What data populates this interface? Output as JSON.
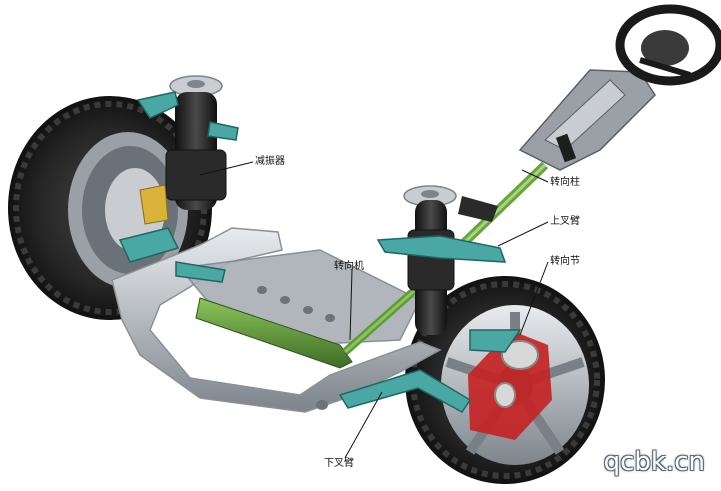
{
  "labels": {
    "shock_absorber": "减振器",
    "steering_column": "转向柱",
    "upper_arm": "上叉臂",
    "steering_gear": "转向机",
    "knuckle": "转向节",
    "lower_arm": "下叉臂"
  },
  "watermark": "qcbk.cn",
  "colors": {
    "background": "#ffffff",
    "subframe": "#c3c8cd",
    "teal_parts": "#4aa8a4",
    "rack_green": "#5f9a3a",
    "brake_red": "#c42424",
    "tire": "#1f1f1f",
    "rim": "#b8bcc0",
    "leader_line": "#111111"
  }
}
